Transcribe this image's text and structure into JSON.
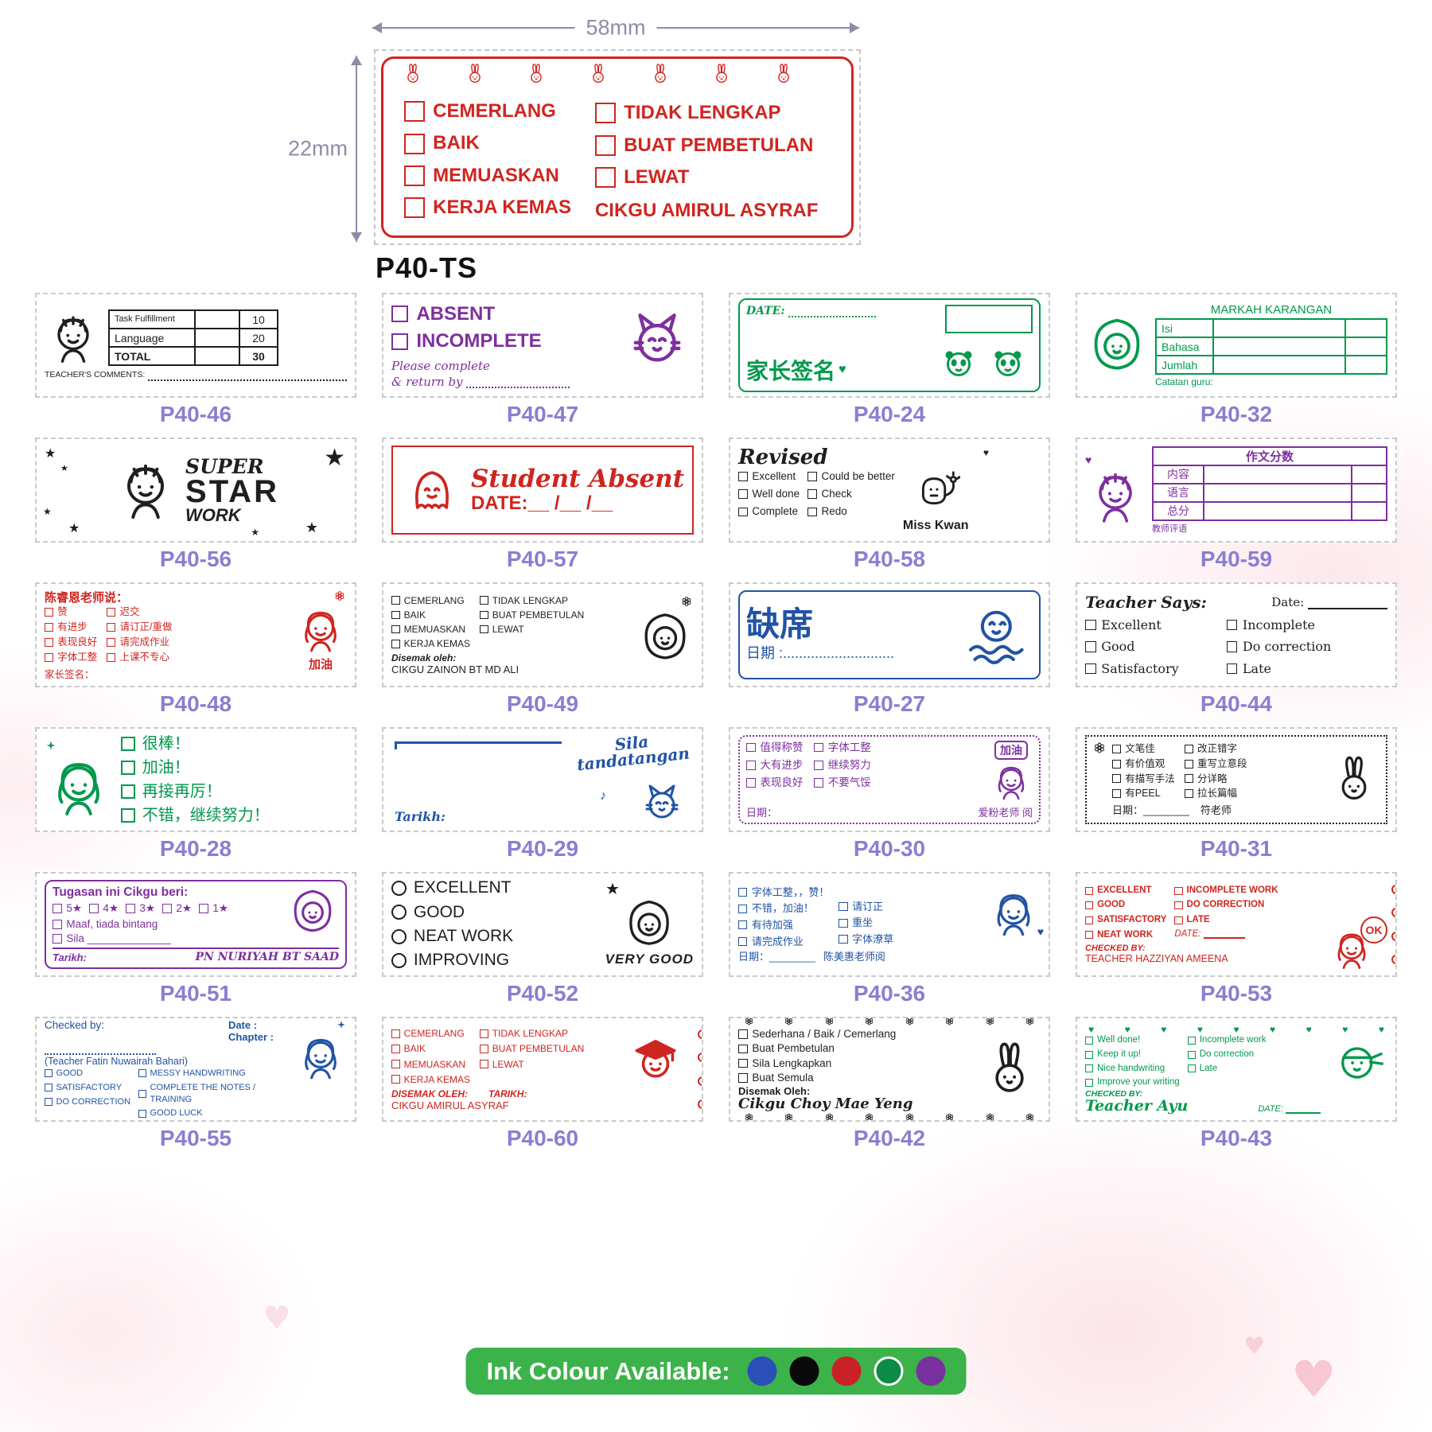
{
  "page": {
    "code_color": "#8b7ed1"
  },
  "icons": {
    "star": "★",
    "heart": "♥",
    "music_note": "♪"
  },
  "header": {
    "width_label": "58mm",
    "height_label": "22mm",
    "model": "P40-TS",
    "ink": "#d0251f",
    "left_options": [
      "CEMERLANG",
      "BAIK",
      "MEMUASKAN",
      "KERJA KEMAS"
    ],
    "right_options": [
      "TIDAK LENGKAP",
      "BUAT PEMBETULAN",
      "LEWAT"
    ],
    "teacher": "CIKGU AMIRUL ASYRAF"
  },
  "stamps": {
    "p40_46": {
      "label": "P40-46",
      "ink": "#1f1f1f",
      "rows": [
        [
          "Task Fulfillment",
          "10"
        ],
        [
          "Language",
          "20"
        ],
        [
          "TOTAL",
          "30"
        ]
      ],
      "comments_label": "TEACHER'S COMMENTS:"
    },
    "p40_47": {
      "label": "P40-47",
      "ink": "#7e2f9e",
      "options": [
        "ABSENT",
        "INCOMPLETE"
      ],
      "note_line1": "Please complete",
      "note_line2": "& return by"
    },
    "p40_24": {
      "label": "P40-24",
      "ink": "#00994c",
      "date_label": "DATE:",
      "signature_label": "家长签名"
    },
    "p40_32": {
      "label": "P40-32",
      "ink": "#00994c",
      "title": "MARKAH KARANGAN",
      "rows": [
        "Isi",
        "Bahasa",
        "Jumlah"
      ],
      "note_label": "Catatan guru:"
    },
    "p40_56": {
      "label": "P40-56",
      "ink": "#1f1f1f",
      "word1": "SUPER",
      "word2": "STAR",
      "word3": "WORK"
    },
    "p40_57": {
      "label": "P40-57",
      "ink": "#d0251f",
      "title": "Student Absent",
      "date_line": "DATE:__ /__ /__"
    },
    "p40_58": {
      "label": "P40-58",
      "ink": "#1f1f1f",
      "title": "Revised",
      "left": [
        "Excellent",
        "Well done",
        "Complete"
      ],
      "right": [
        "Could be better",
        "Check",
        "Redo"
      ],
      "teacher": "Miss Kwan"
    },
    "p40_59": {
      "label": "P40-59",
      "ink": "#7e2f9e",
      "title": "作文分数",
      "rows": [
        "内容",
        "语言",
        "总分"
      ],
      "note_label": "教师评语"
    },
    "p40_48": {
      "label": "P40-48",
      "ink": "#d0251f",
      "title": "陈睿恩老师说：",
      "left": [
        "赞",
        "有进步",
        "表现良好",
        "字体工整"
      ],
      "right": [
        "迟交",
        "请订正/重做",
        "请完成作业",
        "上课不专心"
      ],
      "signature_label": "家长签名：",
      "badge": "加油"
    },
    "p40_49": {
      "label": "P40-49",
      "ink": "#1f1f1f",
      "left": [
        "CEMERLANG",
        "BAIK",
        "MEMUASKAN",
        "KERJA KEMAS"
      ],
      "right": [
        "TIDAK LENGKAP",
        "BUAT PEMBETULAN",
        "LEWAT"
      ],
      "checked_label": "Disemak oleh:",
      "teacher": "CIKGU ZAINON BT MD ALI"
    },
    "p40_27": {
      "label": "P40-27",
      "ink": "#2153a4",
      "title": "缺席",
      "date_line": "日期 :............................"
    },
    "p40_44": {
      "label": "P40-44",
      "ink": "#1f1f1f",
      "title": "Teacher Says:",
      "date_label": "Date:",
      "left": [
        "Excellent",
        "Good",
        "Satisfactory"
      ],
      "right": [
        "Incomplete",
        "Do correction",
        "Late"
      ]
    },
    "p40_28": {
      "label": "P40-28",
      "ink": "#00994c",
      "options": [
        "很棒！",
        "加油！",
        "再接再厉！",
        "不错，继续努力！"
      ]
    },
    "p40_29": {
      "label": "P40-29",
      "ink": "#2153a4",
      "title_line1": "Sila",
      "title_line2": "tandatangan",
      "date_label": "Tarikh:"
    },
    "p40_30": {
      "label": "P40-30",
      "ink": "#7e2f9e",
      "left": [
        "值得称赞",
        "大有进步",
        "表现良好"
      ],
      "right": [
        "字体工整",
        "继续努力",
        "不要气馁"
      ],
      "date_label": "日期：",
      "teacher": "爱粉老师 阅",
      "badge": "加油"
    },
    "p40_31": {
      "label": "P40-31",
      "ink": "#1f1f1f",
      "left": [
        "文笔佳",
        "有价值观",
        "有描写手法",
        "有PEEL"
      ],
      "right": [
        "改正错字",
        "重写立意段",
        "分详略",
        "拉长篇幅"
      ],
      "date_label": "日期：________",
      "teacher": "符老师"
    },
    "p40_51": {
      "label": "P40-51",
      "ink": "#7e2f9e",
      "title": "Tugasan ini Cikgu beri:",
      "stars": [
        "5★",
        "4★",
        "3★",
        "2★",
        "1★"
      ],
      "option1": "Maaf, tiada bintang",
      "option2": "Sila ______________",
      "date_label": "Tarikh:",
      "teacher": "PN NURIYAH BT SAAD"
    },
    "p40_52": {
      "label": "P40-52",
      "ink": "#1f1f1f",
      "options": [
        "EXCELLENT",
        "GOOD",
        "NEAT WORK",
        "IMPROVING"
      ],
      "badge": "VERY GOOD"
    },
    "p40_36": {
      "label": "P40-36",
      "ink": "#2153a4",
      "left": [
        "字体工整，，赞！",
        "不错，加油！",
        "有待加强",
        "请完成作业"
      ],
      "right": [
        "请订正",
        "重坐",
        "字体潦草"
      ],
      "date_label": "日期：________",
      "teacher": "陈美惠老师阅"
    },
    "p40_53": {
      "label": "P40-53",
      "ink": "#d0251f",
      "left": [
        "EXCELLENT",
        "GOOD",
        "SATISFACTORY",
        "NEAT WORK"
      ],
      "right": [
        "INCOMPLETE WORK",
        "DO CORRECTION",
        "LATE"
      ],
      "date_label": "DATE:",
      "checked_label": "CHECKED BY:",
      "teacher": "TEACHER HAZZIYAN AMEENA",
      "badge": "OK"
    },
    "p40_55": {
      "label": "P40-55",
      "ink": "#2153a4",
      "checked_label": "Checked by:",
      "date_label": "Date :",
      "chapter_label": "Chapter :",
      "teacher": "(Teacher Fatin Nuwairah Bahari)",
      "left": [
        "GOOD",
        "SATISFACTORY",
        "DO CORRECTION"
      ],
      "right": [
        "MESSY HANDWRITING",
        "COMPLETE THE NOTES / TRAINING",
        "GOOD LUCK"
      ]
    },
    "p40_60": {
      "label": "P40-60",
      "ink": "#d0251f",
      "left": [
        "CEMERLANG",
        "BAIK",
        "MEMUASKAN",
        "KERJA KEMAS"
      ],
      "right": [
        "TIDAK LENGKAP",
        "BUAT PEMBETULAN",
        "LEWAT"
      ],
      "checked_label": "DISEMAK OLEH:",
      "teacher": "CIKGU AMIRUL ASYRAF",
      "date_label": "TARIKH:"
    },
    "p40_42": {
      "label": "P40-42",
      "ink": "#1f1f1f",
      "options": [
        "Sederhana / Baik / Cemerlang",
        "Buat Pembetulan",
        "Sila Lengkapkan",
        "Buat Semula"
      ],
      "checked_label": "Disemak Oleh:",
      "teacher": "Cikgu Choy Mae Yeng"
    },
    "p40_43": {
      "label": "P40-43",
      "ink": "#00994c",
      "left": [
        "Well done!",
        "Keep it up!",
        "Nice handwriting",
        "Improve your writing"
      ],
      "right": [
        "Incomplete work",
        "Do correction",
        "Late"
      ],
      "checked_label": "CHECKED BY:",
      "teacher": "Teacher Ayu",
      "date_label": "DATE:"
    }
  },
  "footer": {
    "label": "Ink Colour Available:",
    "pill_color": "#3cb24a",
    "ink_colors": [
      "#2a4fb8",
      "#0a0a0a",
      "#c92127",
      "#0c8b45",
      "#7a2f9e"
    ]
  }
}
